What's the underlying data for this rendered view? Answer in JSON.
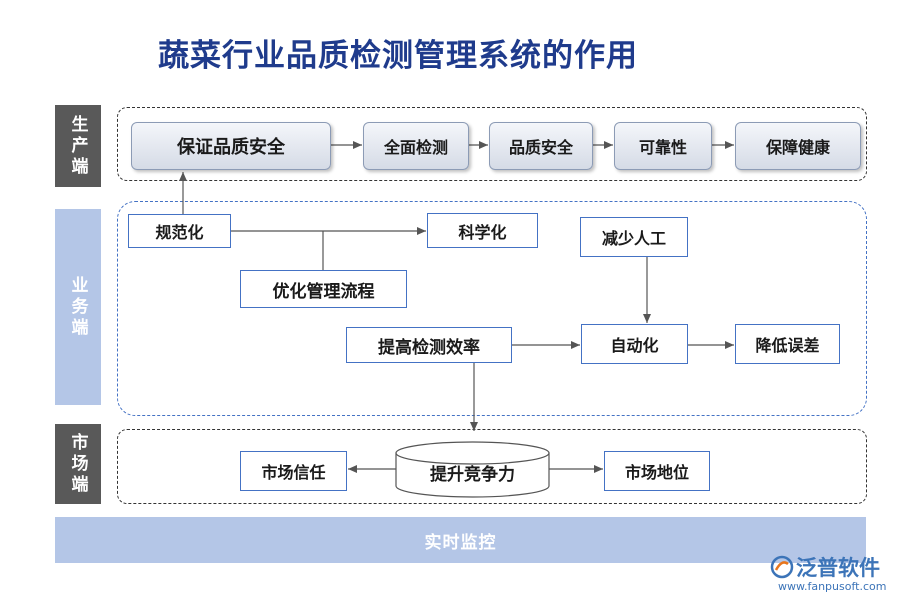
{
  "title": "蔬菜行业品质检测管理系统的作用",
  "sections": {
    "production": "生产端",
    "business": "业务端",
    "market": "市场端"
  },
  "production_flow": [
    "保证品质安全",
    "全面检测",
    "品质安全",
    "可靠性",
    "保障健康"
  ],
  "business": {
    "standardize": "规范化",
    "scientific": "科学化",
    "reduce_labor": "减少人工",
    "optimize_process": "优化管理流程",
    "improve_efficiency": "提高检测效率",
    "automation": "自动化",
    "reduce_error": "降低误差"
  },
  "market": {
    "trust": "市场信任",
    "competitiveness": "提升竞争力",
    "position": "市场地位"
  },
  "bottom_bar": "实时监控",
  "logo": {
    "name": "泛普软件",
    "url": "www.fanpusoft.com"
  },
  "colors": {
    "title": "#1f3b8c",
    "side_dark": "#595959",
    "side_light": "#b4c6e7",
    "box_border": "#4472c4",
    "logo": "#3c74b8"
  }
}
